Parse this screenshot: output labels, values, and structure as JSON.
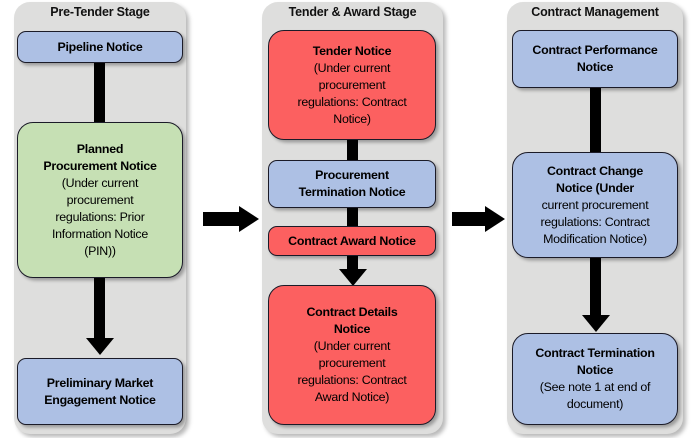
{
  "diagram": {
    "type": "flowchart",
    "title": "Procurement notice lifecycle stages",
    "colors": {
      "panel_background": "#dededd",
      "blue_node": "#adc0e4",
      "green_node": "#c6e0b4",
      "red_node": "#fc6060",
      "border": "#1b1b28",
      "arrow": "#000000",
      "page_background": "#ffffff"
    },
    "stages": [
      {
        "id": "pre-tender-stage",
        "title": "Pre-Tender Stage",
        "nodes": [
          {
            "id": "pipeline-notice",
            "color": "blue",
            "lines": [
              {
                "text": "Pipeline Notice",
                "bold": true
              }
            ]
          },
          {
            "id": "planned-procurement-notice",
            "color": "green",
            "lines": [
              {
                "text": "Planned",
                "bold": true
              },
              {
                "text": "Procurement Notice",
                "bold": true
              },
              {
                "text": "(Under current",
                "bold": false
              },
              {
                "text": "procurement",
                "bold": false
              },
              {
                "text": "regulations: Prior",
                "bold": false
              },
              {
                "text": "Information Notice",
                "bold": false
              },
              {
                "text": "(PIN))",
                "bold": false
              }
            ]
          },
          {
            "id": "preliminary-market-engagement-notice",
            "color": "blue",
            "lines": [
              {
                "text": "Preliminary Market",
                "bold": true
              },
              {
                "text": "Engagement Notice",
                "bold": true
              }
            ]
          }
        ]
      },
      {
        "id": "tender-and-award-stage",
        "title": "Tender & Award Stage",
        "nodes": [
          {
            "id": "tender-notice",
            "color": "red",
            "lines": [
              {
                "text": "Tender Notice",
                "bold": true
              },
              {
                "text": "(Under current",
                "bold": false
              },
              {
                "text": "procurement",
                "bold": false
              },
              {
                "text": "regulations: Contract",
                "bold": false
              },
              {
                "text": "Notice)",
                "bold": false
              }
            ]
          },
          {
            "id": "procurement-termination-notice",
            "color": "blue",
            "lines": [
              {
                "text": "Procurement",
                "bold": true
              },
              {
                "text": "Termination Notice",
                "bold": true
              }
            ]
          },
          {
            "id": "contract-award-notice",
            "color": "red",
            "lines": [
              {
                "text": "Contract Award Notice",
                "bold": true
              }
            ]
          },
          {
            "id": "contract-details-notice",
            "color": "red",
            "lines": [
              {
                "text": "Contract Details",
                "bold": true
              },
              {
                "text": "Notice",
                "bold": true
              },
              {
                "text": "(Under current",
                "bold": false
              },
              {
                "text": "procurement",
                "bold": false
              },
              {
                "text": "regulations: Contract",
                "bold": false
              },
              {
                "text": "Award Notice)",
                "bold": false
              }
            ]
          }
        ]
      },
      {
        "id": "contract-management",
        "title": "Contract Management",
        "nodes": [
          {
            "id": "contract-performance-notice",
            "color": "blue",
            "lines": [
              {
                "text": "Contract Performance",
                "bold": true
              },
              {
                "text": "Notice",
                "bold": true
              }
            ]
          },
          {
            "id": "contract-change-notice",
            "color": "blue",
            "lines": [
              {
                "text": "Contract Change",
                "bold": true
              },
              {
                "text": "Notice (Under",
                "bold": true
              },
              {
                "text": "current procurement",
                "bold": false
              },
              {
                "text": "regulations: Contract",
                "bold": false
              },
              {
                "text": "Modification Notice)",
                "bold": false
              }
            ]
          },
          {
            "id": "contract-termination-notice",
            "color": "blue",
            "lines": [
              {
                "text": "Contract Termination",
                "bold": true
              },
              {
                "text": "Notice",
                "bold": true
              },
              {
                "text": "(See note 1 at end of",
                "bold": false
              },
              {
                "text": "document)",
                "bold": false
              }
            ]
          }
        ]
      }
    ],
    "connections": [
      {
        "id": "pipeline-to-planned",
        "from": "pipeline-notice",
        "to": "planned-procurement-notice",
        "style": "line",
        "direction": "down"
      },
      {
        "id": "planned-to-preliminary",
        "from": "planned-procurement-notice",
        "to": "preliminary-market-engagement-notice",
        "style": "arrow",
        "direction": "down"
      },
      {
        "id": "pre-tender-to-tender",
        "from": "pre-tender-stage",
        "to": "tender-and-award-stage",
        "style": "arrow",
        "direction": "right"
      },
      {
        "id": "tender-to-procurement-termination",
        "from": "tender-notice",
        "to": "procurement-termination-notice",
        "style": "line",
        "direction": "down"
      },
      {
        "id": "procurement-termination-to-award",
        "from": "procurement-termination-notice",
        "to": "contract-award-notice",
        "style": "line",
        "direction": "down"
      },
      {
        "id": "award-to-details",
        "from": "contract-award-notice",
        "to": "contract-details-notice",
        "style": "arrow",
        "direction": "down"
      },
      {
        "id": "tender-to-contract-management",
        "from": "tender-and-award-stage",
        "to": "contract-management",
        "style": "arrow",
        "direction": "right"
      },
      {
        "id": "performance-to-change",
        "from": "contract-performance-notice",
        "to": "contract-change-notice",
        "style": "line",
        "direction": "down"
      },
      {
        "id": "change-to-termination",
        "from": "contract-change-notice",
        "to": "contract-termination-notice",
        "style": "arrow",
        "direction": "down"
      }
    ]
  }
}
